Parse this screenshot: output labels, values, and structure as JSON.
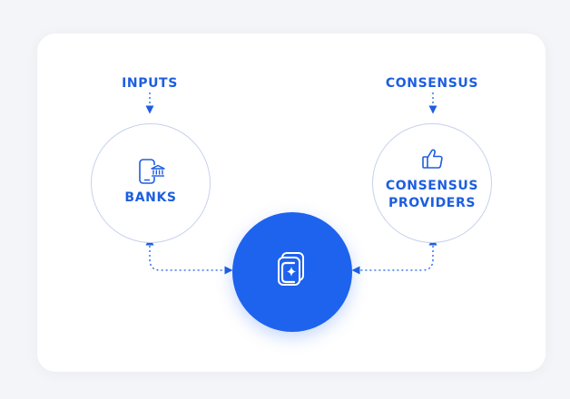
{
  "colors": {
    "accent": "#1d5ee0",
    "hub_fill": "#1e63ee",
    "node_border": "#c6d1ec",
    "card_bg": "#ffffff",
    "page_bg": "#f4f5f8"
  },
  "headings": {
    "inputs": "INPUTS",
    "consensus": "CONSENSUS"
  },
  "nodes": {
    "banks": {
      "label": "BANKS",
      "icon": "mobile-bank-icon"
    },
    "providers": {
      "line1": "CONSENSUS",
      "line2": "PROVIDERS",
      "icon": "thumbs-up-icon"
    },
    "hub": {
      "icon": "sparkle-logo-icon"
    }
  }
}
